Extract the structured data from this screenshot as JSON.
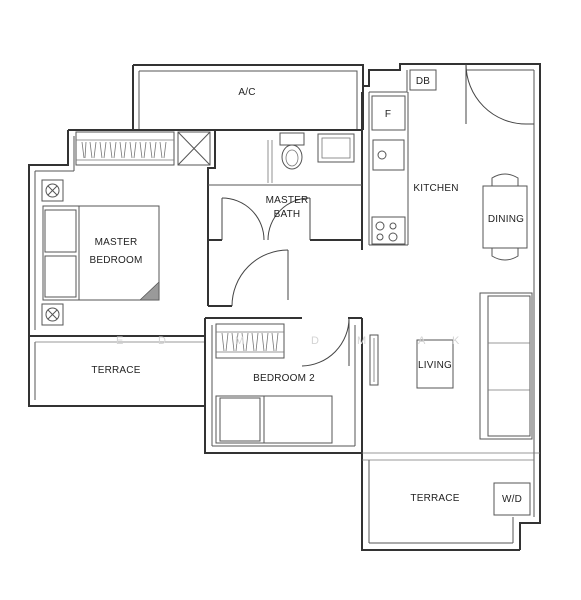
{
  "rooms": {
    "ac": "A/C",
    "db": "DB",
    "fridge": "F",
    "kitchen": "KITCHEN",
    "dining": "DINING",
    "master_bath_line1": "MASTER",
    "master_bath_line2": "BATH",
    "master_bedroom_line1": "MASTER",
    "master_bedroom_line2": "BEDROOM",
    "terrace_left": "TERRACE",
    "bedroom2": "BEDROOM 2",
    "living": "LIVING",
    "terrace_right": "TERRACE",
    "wd": "W/D"
  },
  "watermark": {
    "letters": [
      "E",
      "D",
      "M",
      "D",
      "M",
      "A",
      "K"
    ]
  }
}
